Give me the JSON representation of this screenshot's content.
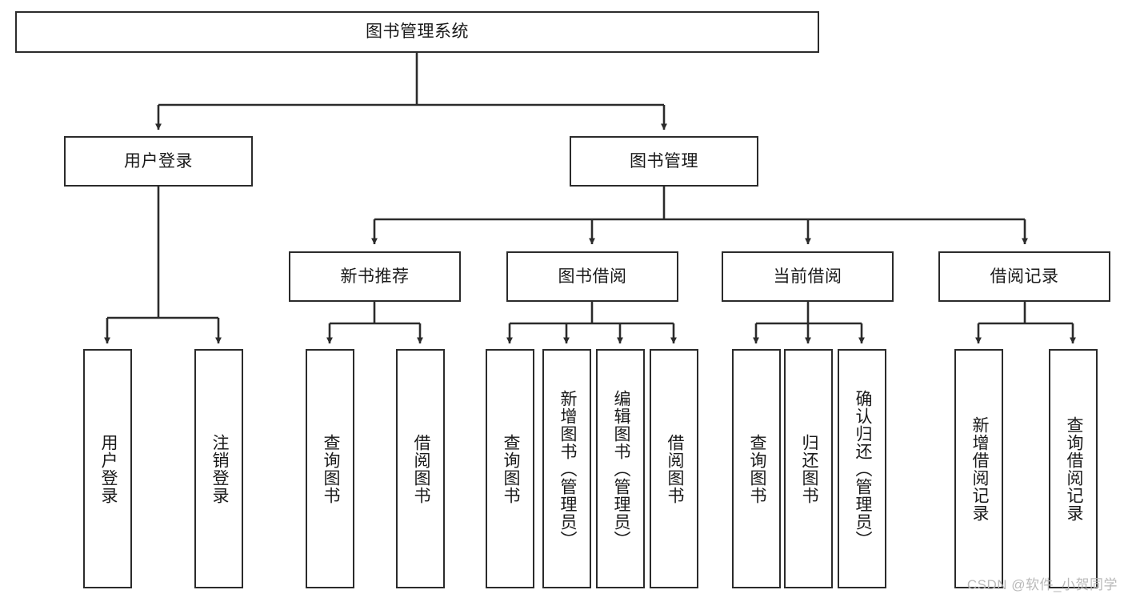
{
  "diagram": {
    "type": "tree-hierarchy-chart",
    "title": "图书管理系统",
    "stroke_color": "#2b2b2b",
    "background_color": "#ffffff",
    "watermark": "CSDN @软件_小贺同学",
    "levels": {
      "root": {
        "label": "图书管理系统"
      },
      "level2": [
        {
          "label": "用户登录"
        },
        {
          "label": "图书管理"
        }
      ],
      "level3": [
        {
          "label": "新书推荐"
        },
        {
          "label": "图书借阅"
        },
        {
          "label": "当前借阅"
        },
        {
          "label": "借阅记录"
        }
      ],
      "leaves": {
        "user_login": [
          {
            "label": "用户登录"
          },
          {
            "label": "注销登录"
          }
        ],
        "new_book_recommend": [
          {
            "label": "查询图书"
          },
          {
            "label": "借阅图书"
          }
        ],
        "book_borrow": [
          {
            "label": "查询图书"
          },
          {
            "label": "新增图书（管理员）"
          },
          {
            "label": "编辑图书（管理员）"
          },
          {
            "label": "借阅图书"
          }
        ],
        "current_borrow": [
          {
            "label": "查询图书"
          },
          {
            "label": "归还图书"
          },
          {
            "label": "确认归还（管理员）"
          }
        ],
        "borrow_record": [
          {
            "label": "新增借阅记录"
          },
          {
            "label": "查询借阅记录"
          }
        ]
      }
    }
  }
}
